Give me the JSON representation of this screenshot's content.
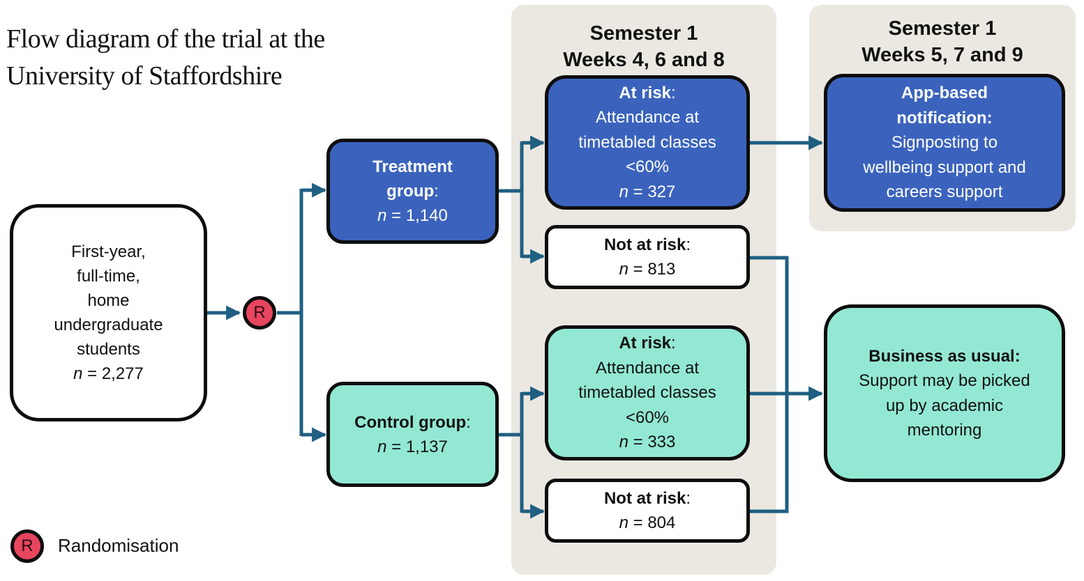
{
  "title": {
    "line1": "Flow diagram of the trial at the",
    "line2": "University of Staffordshire"
  },
  "colors": {
    "connector": "#1f5f82",
    "panel_bg": "#ebe8e1",
    "treatment_fill": "#3b63bd",
    "control_fill": "#93e8d3",
    "randomisation_fill": "#e8455f"
  },
  "panels": {
    "weeks_468": {
      "line1": "Semester 1",
      "line2": "Weeks 4, 6 and  8"
    },
    "weeks_579": {
      "line1": "Semester 1",
      "line2": "Weeks 5, 7 and 9"
    }
  },
  "population": {
    "lines": [
      "First-year,",
      "full-time,",
      "home",
      "undergraduate",
      "students"
    ],
    "n_label": "n",
    "n_value": " = 2,277"
  },
  "randomisation": {
    "symbol": "R"
  },
  "treatment": {
    "label_bold1": "Treatment",
    "label_bold2": "group",
    "colon": ":",
    "n_label": "n",
    "n_value": " = 1,140"
  },
  "control": {
    "label_bold": "Control group",
    "colon": ":",
    "n_label": "n",
    "n_value": " = 1,137"
  },
  "treatment_at_risk": {
    "label_bold": "At risk",
    "colon": ":",
    "lines": [
      "Attendance at",
      "timetabled classes",
      "<60%"
    ],
    "n_label": "n",
    "n_value": " = 327"
  },
  "treatment_not_at_risk": {
    "label_bold": "Not at risk",
    "colon": ":",
    "n_label": "n",
    "n_value": " = 813"
  },
  "control_at_risk": {
    "label_bold": "At risk",
    "colon": ":",
    "lines": [
      "Attendance at",
      "timetabled classes",
      "<60%"
    ],
    "n_label": "n",
    "n_value": " = 333"
  },
  "control_not_at_risk": {
    "label_bold": "Not at risk",
    "colon": ":",
    "n_label": "n",
    "n_value": " = 804"
  },
  "app_notification": {
    "label_bold1": "App-based",
    "label_bold2": "notification:",
    "lines": [
      "Signposting to",
      "wellbeing support and",
      "careers support"
    ]
  },
  "business_as_usual": {
    "label_bold": "Business as usual:",
    "lines": [
      "Support may be picked",
      "up by academic",
      "mentoring"
    ]
  },
  "legend": {
    "symbol": "R",
    "label": "Randomisation"
  }
}
